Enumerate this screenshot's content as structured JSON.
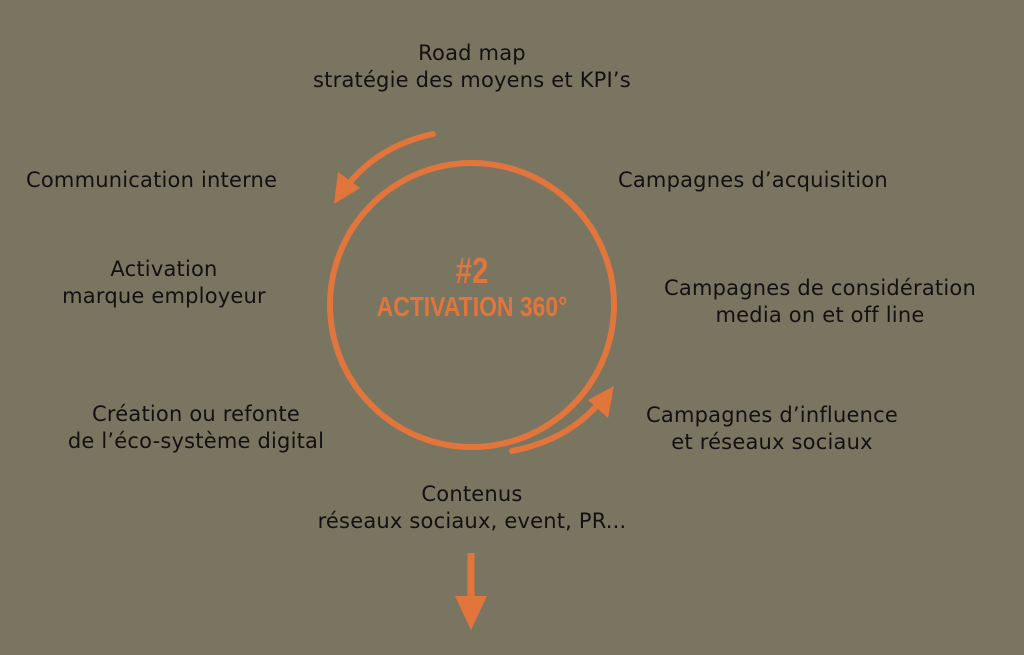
{
  "center": {
    "number": "#2",
    "title": "ACTIVATION 360°"
  },
  "top": {
    "line1": "Road map",
    "line2": "stratégie des moyens et KPI’s"
  },
  "left": {
    "communication": "Communication interne",
    "activation_line1": "Activation",
    "activation_line2": "marque employeur",
    "creation_line1": "Création ou refonte",
    "creation_line2": "de l’éco-système digital"
  },
  "right": {
    "acquisition": "Campagnes d’acquisition",
    "consideration_line1": "Campagnes de considération",
    "consideration_line2": "media on et off line",
    "influence_line1": "Campagnes d’influence",
    "influence_line2": "et réseaux sociaux"
  },
  "bottom": {
    "line1": "Contenus",
    "line2": "réseaux sociaux, event, PR..."
  },
  "colors": {
    "background": "#7a7561",
    "accent": "#e2753b",
    "text": "#111111"
  }
}
